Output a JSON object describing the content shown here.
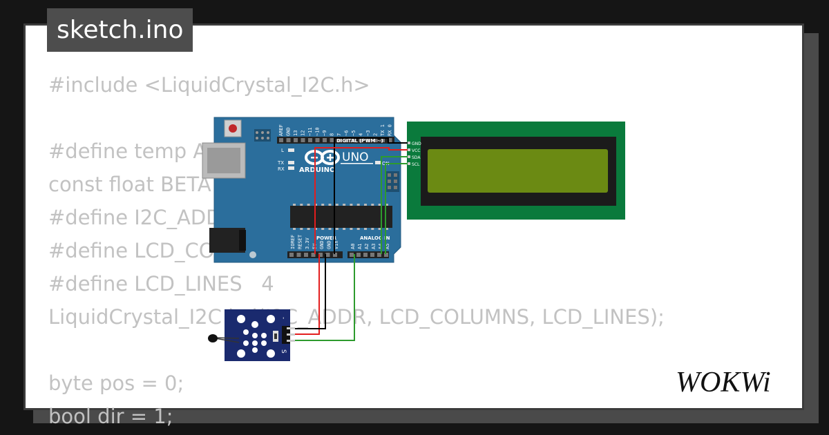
{
  "file_tab": {
    "title": "sketch.ino"
  },
  "code": {
    "lines": [
      "#include <LiquidCrystal_I2C.h>",
      "",
      "#define temp A0",
      "const float BETA = 3950;",
      "#define I2C_ADDR    0x27",
      "#define LCD_COLUMNS 16",
      "#define LCD_LINES   4",
      "LiquidCrystal_I2C lcd(I2C_ADDR, LCD_COLUMNS, LCD_LINES);",
      "",
      "byte pos = 0;",
      "bool dir = 1;"
    ]
  },
  "arduino": {
    "brand": "ARDUINO",
    "model": "UNO",
    "digital_label": "DIGITAL (PWM ~)",
    "power_label": "POWER",
    "analog_label": "ANALOG IN",
    "on_label": "ON",
    "led_l": "L",
    "led_tx": "TX",
    "led_rx": "RX",
    "digital_pins": [
      "AREF",
      "GND",
      "13",
      "12",
      "~11",
      "~10",
      "~9",
      "8",
      "7",
      "~6",
      "~5",
      "4",
      "~3",
      "2",
      "TX 1",
      "RX 0"
    ],
    "power_pins": [
      "IOREF",
      "RESET",
      "3.3V",
      "5V",
      "GND",
      "GND",
      "Vin"
    ],
    "analog_pins": [
      "A0",
      "A1",
      "A2",
      "A3",
      "A4",
      "A5"
    ]
  },
  "lcd": {
    "pins": [
      "GND",
      "VCC",
      "SDA",
      "SCL"
    ],
    "colors": {
      "pcb": "#0a7a3c",
      "screen": "#6b8a13",
      "border": "#1b1b1b"
    }
  },
  "sensor": {
    "pins": [
      "-",
      "S"
    ]
  },
  "wires": {
    "red": "#e31e1e",
    "black": "#000000",
    "green": "#2d9b2d"
  },
  "brand_logo": {
    "text": "WOKWi"
  }
}
